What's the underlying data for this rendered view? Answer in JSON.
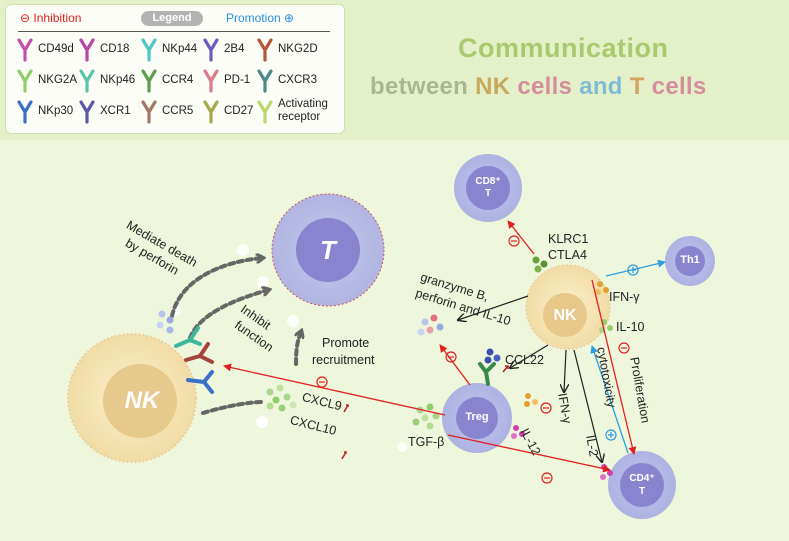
{
  "legend": {
    "inhibition": "⊖ Inhibition",
    "title": "Legend",
    "promotion": "Promotion ⊕",
    "items": [
      {
        "label": "CD49d",
        "color": "#c44fae"
      },
      {
        "label": "CD18",
        "color": "#b845a8"
      },
      {
        "label": "NKp44",
        "color": "#4fc7c4"
      },
      {
        "label": "2B4",
        "color": "#6a5cc4"
      },
      {
        "label": "NKG2D",
        "color": "#b8563c"
      },
      {
        "label": "NKG2A",
        "color": "#8fcf6a"
      },
      {
        "label": "NKp46",
        "color": "#5cc4a8"
      },
      {
        "label": "CCR4",
        "color": "#5a9e4a"
      },
      {
        "label": "PD-1",
        "color": "#e07a8c"
      },
      {
        "label": "CXCR3",
        "color": "#4a8a88"
      },
      {
        "label": "NKp30",
        "color": "#3b6fc8"
      },
      {
        "label": "XCR1",
        "color": "#5e58a8"
      },
      {
        "label": "CCR5",
        "color": "#a07868"
      },
      {
        "label": "CD27",
        "color": "#a8a84a"
      },
      {
        "label": "Activating receptor",
        "color": "#bcd86a"
      }
    ]
  },
  "title": {
    "line1": "Communication",
    "between": "between",
    "nk": "NK",
    "cells1": "cells",
    "and": "and",
    "t": "T",
    "cells2": "cells"
  },
  "cells": {
    "nk_left": "NK",
    "t_main": "T",
    "nk_right": "NK",
    "cd8_line1": "CD8⁺",
    "cd8_line2": "T",
    "th1": "Th1",
    "treg": "Treg",
    "cd4_line1": "CD4⁺",
    "cd4_line2": "T"
  },
  "labels": {
    "mediate1": "Mediate death",
    "mediate2": "by perforin",
    "inhibit1": "Inhibit",
    "inhibit2": "function",
    "promote1": "Promote",
    "promote2": "recruitment",
    "cxcl9": "CXCL9",
    "cxcl10": "CXCL10",
    "tgf": "TGF-β",
    "klrc1": "KLRC1",
    "ctla4": "CTLA4",
    "granzyme1": "granzyme B,",
    "granzyme2": "perforin and IL-10",
    "ifng_right": "IFN-γ",
    "il10": "IL-10",
    "ccl22": "CCL22",
    "ifng_mid": "IFN-γ",
    "il12": "IL-12",
    "il2": "IL-2",
    "cytotoxicity": "cytotoxicity",
    "proliferation": "Proliferation",
    "inh_symbol": "⊖",
    "pro_symbol": "⊕"
  },
  "colors": {
    "inhibition": "#e02020",
    "promotion": "#2a8ee0",
    "nk_cell": "#f6e4b4",
    "t_cell": "#b3b6e6"
  }
}
